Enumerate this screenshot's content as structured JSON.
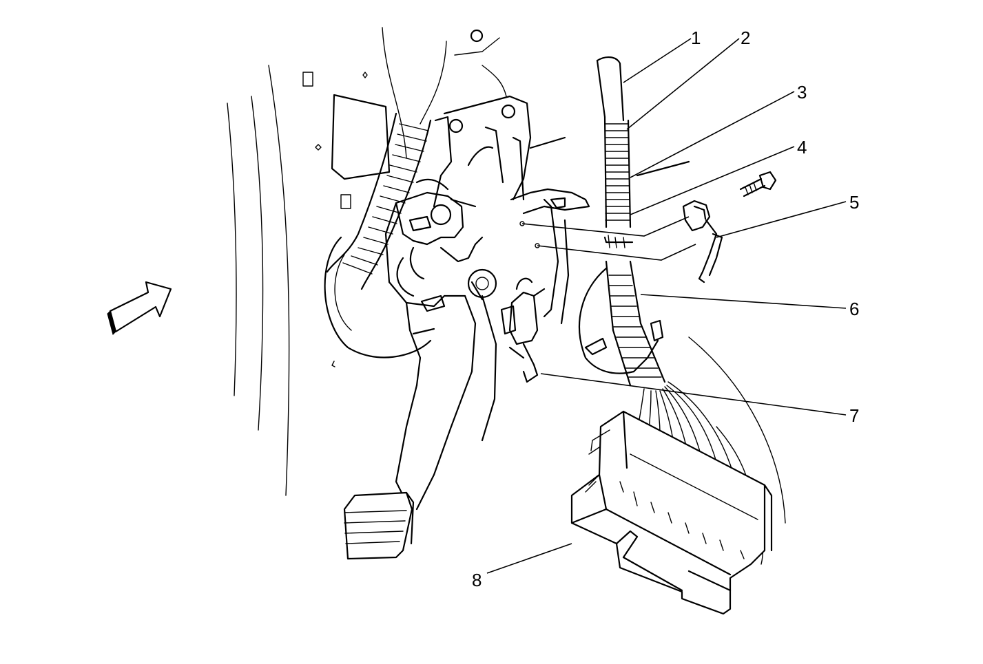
{
  "callouts": [
    {
      "id": "1",
      "label": "1"
    },
    {
      "id": "2",
      "label": "2"
    },
    {
      "id": "3",
      "label": "3"
    },
    {
      "id": "4",
      "label": "4"
    },
    {
      "id": "5",
      "label": "5"
    },
    {
      "id": "6",
      "label": "6"
    },
    {
      "id": "7",
      "label": "7"
    },
    {
      "id": "8",
      "label": "8"
    }
  ],
  "icons": {
    "direction_arrow": "view-direction-arrow-icon"
  },
  "colors": {
    "ink": "#000000",
    "paper": "#ffffff"
  }
}
